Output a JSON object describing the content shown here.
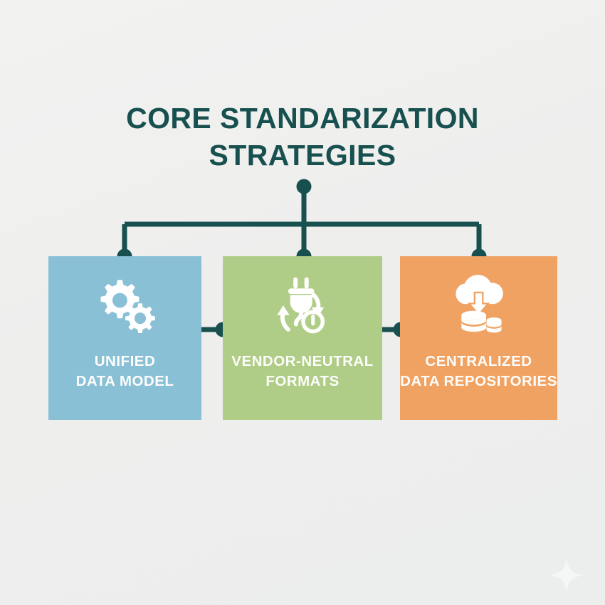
{
  "diagram": {
    "title": {
      "line1": "CORE STANDARIZATION",
      "line2": "STRATEGIES"
    },
    "background_color": "#eeeeee",
    "accent_color": "#17504f",
    "connector": {
      "root_node_label": "root-node",
      "bus_label": "horizontal-bus"
    },
    "cards": [
      {
        "id": "unified-data-model",
        "icon": "gears-icon",
        "label_line1": "UNIFIED",
        "label_line2": "DATA MODEL",
        "color": "#89c0d6",
        "text_color": "#fdfdfb"
      },
      {
        "id": "vendor-neutral-formats",
        "icon": "plug-refresh-icon",
        "label_line1": "VENDOR-NEUTRAL",
        "label_line2": "FORMATS",
        "color": "#afcd86",
        "text_color": "#fdfdfb"
      },
      {
        "id": "centralized-data-repositories",
        "icon": "cloud-download-database-icon",
        "label_line1": "CENTRALIZED",
        "label_line2": "DATA REPOSITORIES",
        "color": "#f0a262",
        "text_color": "#fdfdfb"
      }
    ],
    "watermark": {
      "icon": "sparkle-icon"
    }
  }
}
